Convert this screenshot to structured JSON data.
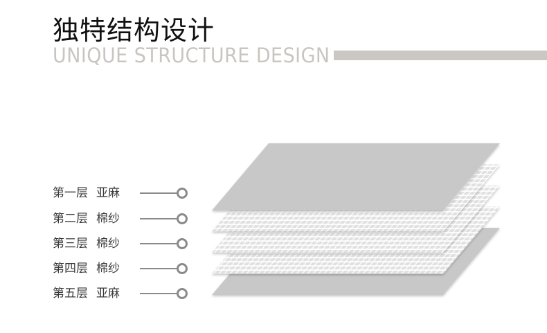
{
  "header": {
    "title": "独特结构设计",
    "subtitle": "UNIQUE STRUCTURE DESIGN"
  },
  "layers": [
    {
      "index_label": "第一层",
      "material": "亚麻",
      "texture": "solid"
    },
    {
      "index_label": "第二层",
      "material": "棉纱",
      "texture": "grid"
    },
    {
      "index_label": "第三层",
      "material": "棉纱",
      "texture": "grid"
    },
    {
      "index_label": "第四层",
      "material": "棉纱",
      "texture": "grid"
    },
    {
      "index_label": "第五层",
      "material": "亚麻",
      "texture": "solid"
    }
  ],
  "colors": {
    "title": "#111111",
    "subtitle": "#c9c5c0",
    "accent_bar": "#cbc7c2",
    "label_text": "#3a3a3a",
    "connector": "#8a8a8a",
    "solid_layer": "#c8c8c8",
    "grid_cell": "#e0e0e0",
    "grid_line": "#ffffff"
  }
}
